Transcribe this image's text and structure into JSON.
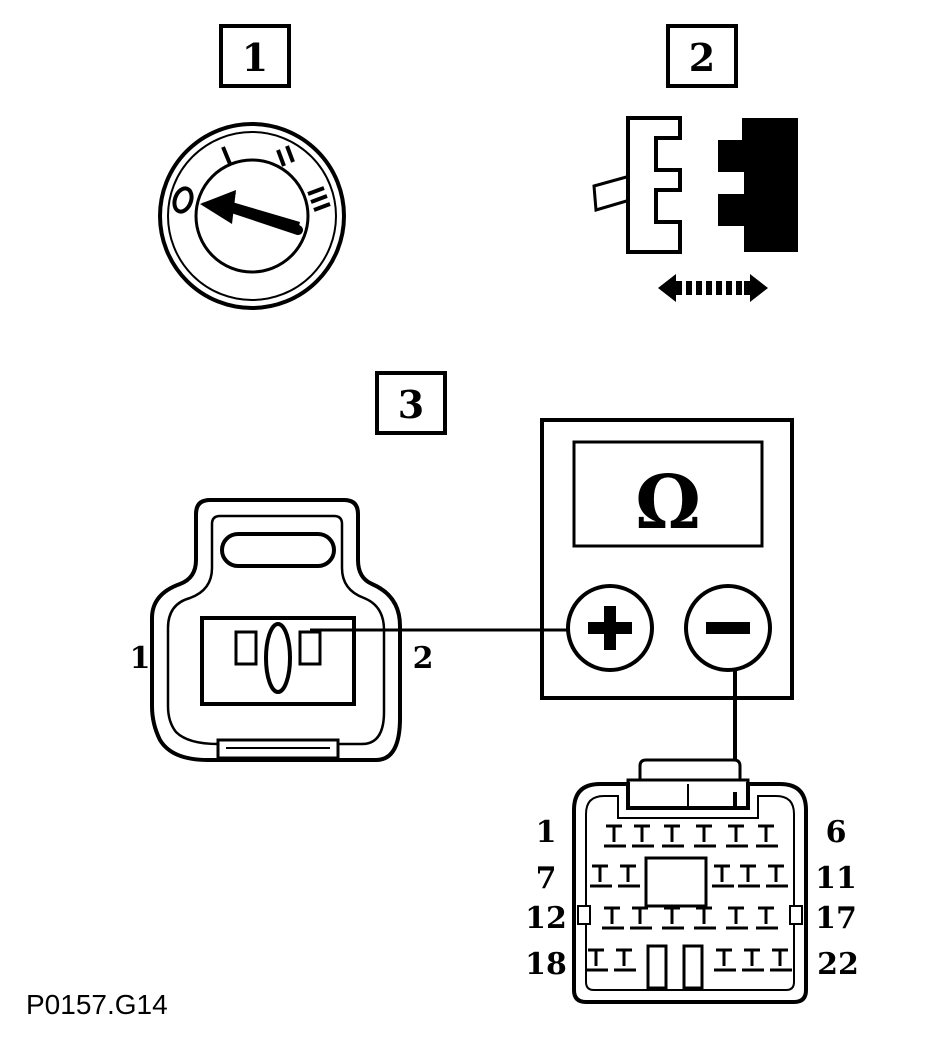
{
  "steps": {
    "step1": "1",
    "step2": "2",
    "step3": "3"
  },
  "ignition": {
    "pos0": "O",
    "pos1": "I",
    "pos2": "II",
    "pos3": "III"
  },
  "meter": {
    "symbol": "Ω",
    "plus": "+",
    "minus": "–"
  },
  "sensor_connector": {
    "pin_left": "1",
    "pin_right": "2"
  },
  "ecu_connector": {
    "row1_left": "1",
    "row1_right": "6",
    "row2_left": "7",
    "row2_right": "11",
    "row3_left": "12",
    "row3_right": "17",
    "row4_left": "18",
    "row4_right": "22"
  },
  "figure_code": "P0157.G14"
}
